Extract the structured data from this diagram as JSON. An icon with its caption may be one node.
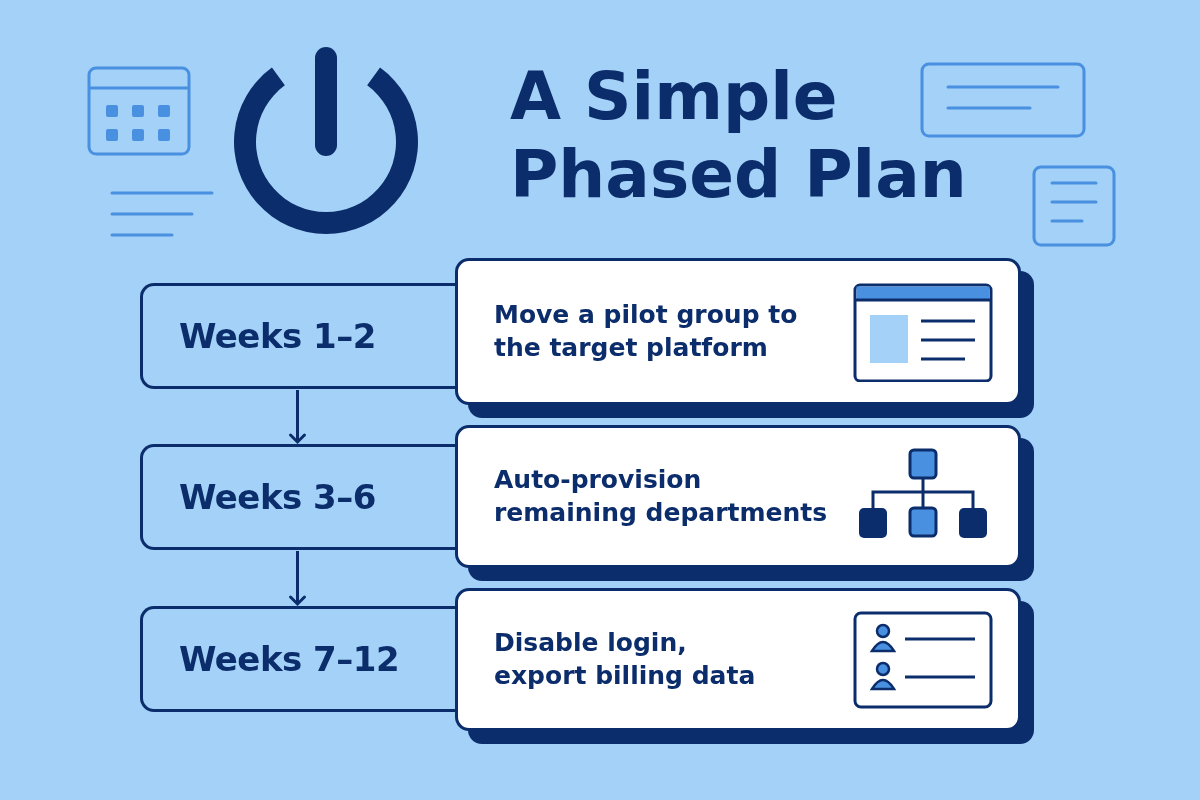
{
  "diagram": {
    "title": "A Simple Phased Plan",
    "nodes": [
      {
        "text": [
          "Weeks 1–2"
        ]
      },
      {
        "text": [
          "Move a pilot group to the target platform"
        ]
      },
      {
        "text": [
          "Weeks 3–6"
        ]
      },
      {
        "text": [
          "Auto-provision remaining departments"
        ]
      },
      {
        "text": [
          "Weeks 7–12"
        ]
      },
      {
        "text": [
          "Disable login, export billing data"
        ]
      }
    ],
    "edges": [
      {
        "from": 0,
        "to": 2,
        "arrow": "to"
      },
      {
        "from": 2,
        "to": 4,
        "arrow": "to"
      }
    ]
  }
}
